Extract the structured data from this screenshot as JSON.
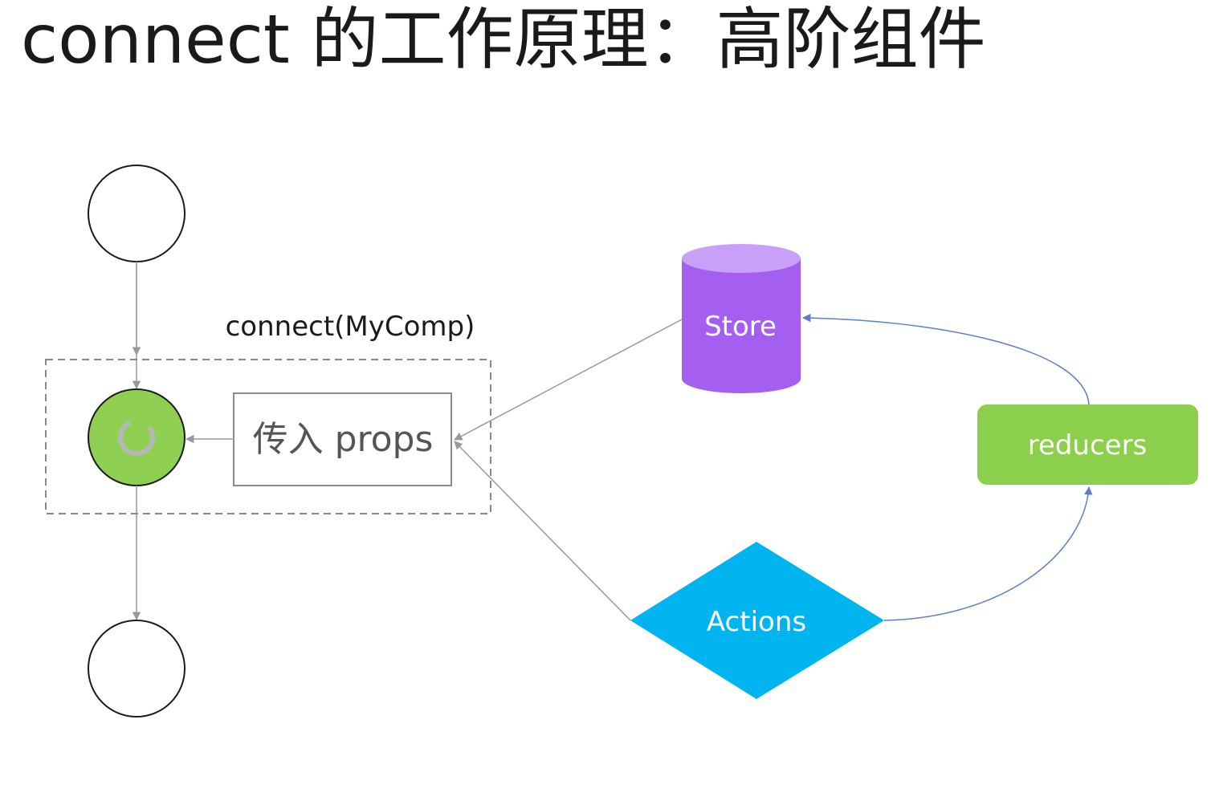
{
  "slide": {
    "title": "connect 的工作原理：高阶组件"
  },
  "diagram": {
    "wrapper_label": "connect(MyComp)",
    "props_box_label": "传入 props",
    "store_label": "Store",
    "reducers_label": "reducers",
    "actions_label": "Actions"
  },
  "colors": {
    "store": "#a45ef0",
    "store_top": "#c9a0f7",
    "reducers": "#8ccf4d",
    "actions": "#00b4ef",
    "component_fill": "#8fcf52",
    "arrow_gray": "#999999",
    "arrow_blue": "#5b7fc9",
    "dashed_border": "#888888"
  },
  "icons": {
    "component_center": "refresh-ring-icon"
  }
}
